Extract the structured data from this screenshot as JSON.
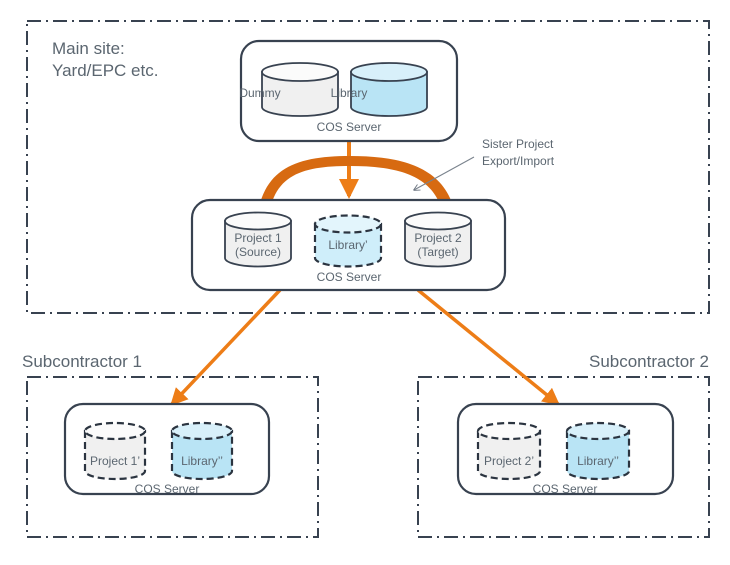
{
  "zones": {
    "main_site": {
      "label": "Main site:\nYard/EPC etc."
    },
    "sub1": {
      "label": "Subcontractor 1"
    },
    "sub2": {
      "label": "Subcontractor 2"
    }
  },
  "servers": {
    "top": {
      "caption": "COS Server"
    },
    "middle": {
      "caption": "COS Server"
    },
    "sub1": {
      "caption": "COS Server"
    },
    "sub2": {
      "caption": "COS Server"
    }
  },
  "cylinders": {
    "dummy": {
      "label": "Dummy"
    },
    "library": {
      "label": "Library"
    },
    "project1": {
      "label": "Project 1\n(Source)"
    },
    "library_prime": {
      "label": "Library’"
    },
    "project2": {
      "label": "Project 2\n(Target)"
    },
    "sub1_project1": {
      "label": "Project 1’"
    },
    "sub1_library": {
      "label": "Library’’"
    },
    "sub2_project2": {
      "label": "Project 2’"
    },
    "sub2_library": {
      "label": "Library’’"
    }
  },
  "annotations": {
    "sister_project": {
      "label": "Sister Project\nExport/Import"
    }
  },
  "colors": {
    "outline": "#384250",
    "text": "#5b6670",
    "arrow_orange": "#ed7d17",
    "arrow_orange_dark": "#c75b0c",
    "cylinder_gray": "#f0f0f0",
    "cylinder_blue": "#b9e4f5",
    "background": "#ffffff"
  }
}
